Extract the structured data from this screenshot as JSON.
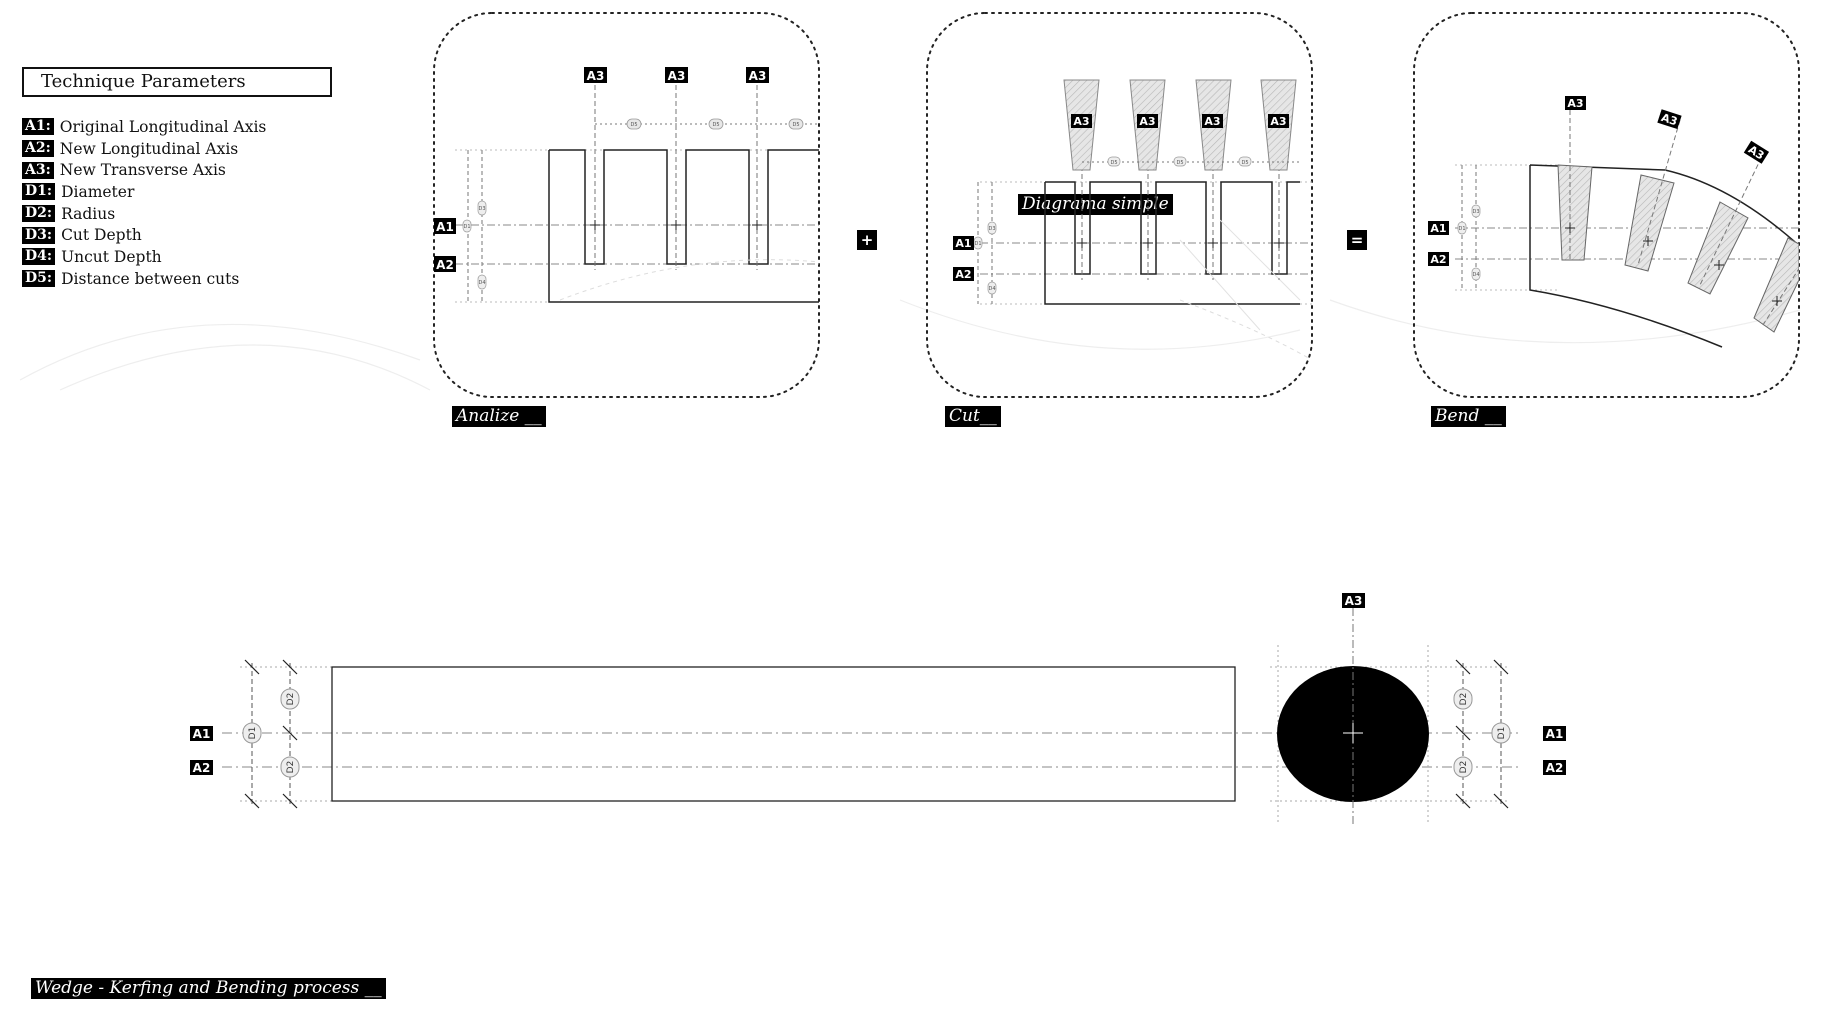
{
  "parameters": {
    "title": "Technique Parameters",
    "items": [
      {
        "code": "A1:",
        "label": "Original  Longitudinal Axis"
      },
      {
        "code": "A2:",
        "label": "New Longitudinal Axis"
      },
      {
        "code": "A3:",
        "label": "New Transverse Axis"
      },
      {
        "code": "D1:",
        "label": "Diameter"
      },
      {
        "code": "D2:",
        "label": "Radius"
      },
      {
        "code": "D3:",
        "label": "Cut Depth"
      },
      {
        "code": "D4:",
        "label": "Uncut Depth"
      },
      {
        "code": "D5:",
        "label": "Distance between cuts"
      }
    ]
  },
  "steps": {
    "analize": "Analize __",
    "cut": "Cut__",
    "bend": "Bend __",
    "plus": "+",
    "equals": "="
  },
  "overlay_label": "Diagrama simple",
  "axis_tags": {
    "a1": "A1",
    "a2": "A2",
    "a3": "A3"
  },
  "dim_tags": {
    "d1": "D1",
    "d2": "D2",
    "d3": "D3",
    "d4": "D4",
    "d5": "D5"
  },
  "footer_title": "Wedge - Kerfing and Bending process __"
}
